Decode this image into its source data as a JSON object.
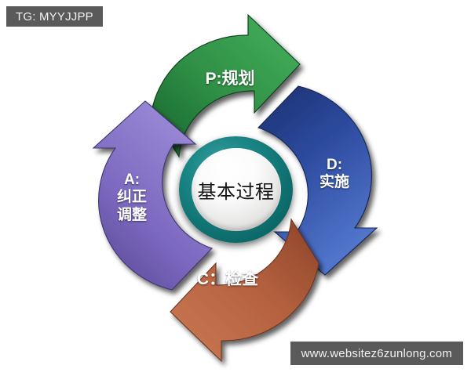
{
  "watermarks": {
    "top_left": "TG: MYYJJPP",
    "bottom_right": "www.websitez6zunlong.com"
  },
  "diagram": {
    "type": "pdca-cycle",
    "background_color": "#ffffff",
    "center": {
      "label": "基本过程",
      "ring_color": "#0f7272",
      "ring_highlight": "#3ba0a0",
      "inner_color": "#f4f4f2",
      "text_color": "#141414"
    },
    "arrows": [
      {
        "key": "plan",
        "letter": "P",
        "label_line1": "P:规划",
        "label_line2": "",
        "label_line3": "",
        "position": "top",
        "direction": "clockwise",
        "color": "#2f8f45",
        "color_dark": "#14622f",
        "color_light": "#44b05c",
        "text_color": "#ffffff"
      },
      {
        "key": "do",
        "letter": "D",
        "label_line1": "D:",
        "label_line2": "实施",
        "label_line3": "",
        "position": "right",
        "direction": "clockwise",
        "color": "#2c4a9e",
        "color_dark": "#1b2f6e",
        "color_light": "#4f72c9",
        "text_color": "#ffffff"
      },
      {
        "key": "check",
        "letter": "C",
        "label_line1": "C：检查",
        "label_line2": "",
        "label_line3": "",
        "position": "bottom",
        "direction": "clockwise",
        "color": "#b5613f",
        "color_dark": "#8c4428",
        "color_light": "#cb7a54",
        "text_color": "#ffffff"
      },
      {
        "key": "act",
        "letter": "A",
        "label_line1": "A:",
        "label_line2": "纠正",
        "label_line3": "调整",
        "position": "left",
        "direction": "clockwise",
        "color": "#7b68bf",
        "color_dark": "#52438f",
        "color_light": "#9786d4",
        "text_color": "#ffffff"
      }
    ]
  }
}
